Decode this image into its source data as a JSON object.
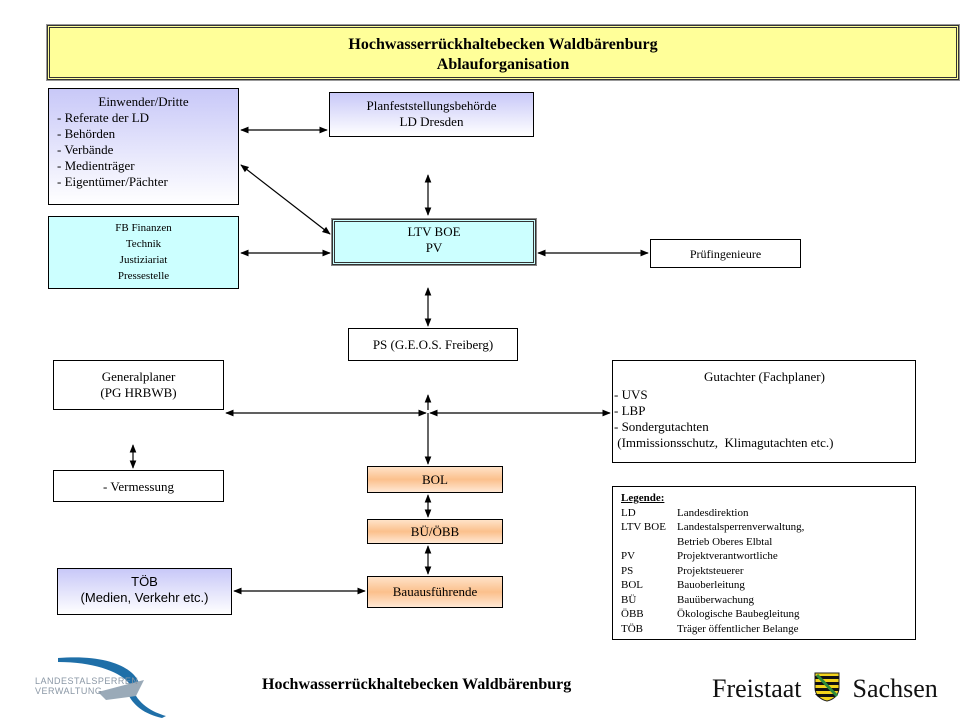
{
  "header": {
    "title_line1": "Hochwasserrückhaltebecken Waldbärenburg",
    "title_line2": "Ablauforganisation"
  },
  "boxes": {
    "einwender": {
      "title": "Einwender/Dritte",
      "items": [
        "- Referate der LD",
        "- Behörden",
        "- Verbände",
        "- Medienträger",
        "- Eigentümer/Pächter"
      ]
    },
    "planfeststellung": {
      "line1": "Planfeststellungsbehörde",
      "line2": "LD Dresden"
    },
    "fb_finanzen": {
      "lines": [
        "FB Finanzen",
        "Technik",
        "Justiziariat",
        "Pressestelle"
      ]
    },
    "ltv_boe": {
      "line1": "LTV BOE",
      "line2": "PV"
    },
    "pruefingenieure": {
      "label": "Prüfingenieure"
    },
    "ps": {
      "label": "PS (G.E.O.S. Freiberg)"
    },
    "generalplaner": {
      "line1": "Generalplaner",
      "line2": "(PG HRBWB)"
    },
    "gutachter": {
      "title": "Gutachter (Fachplaner)",
      "items": [
        "- UVS",
        "- LBP",
        "- Sondergutachten",
        " (Immissionsschutz,  Klimagutachten etc.)"
      ]
    },
    "vermessung": {
      "label": "- Vermessung"
    },
    "bol": {
      "label": "BOL"
    },
    "bue_oebb": {
      "label": "BÜ/ÖBB"
    },
    "toeb": {
      "line1": "TÖB",
      "line2": "(Medien, Verkehr etc.)"
    },
    "bauausfuehrende": {
      "label": "Bauausführende"
    }
  },
  "legend": {
    "heading": "Legende:",
    "entries": [
      {
        "abbr": "LD",
        "text": "Landesdirektion"
      },
      {
        "abbr": "LTV BOE",
        "text": "Landestalsperrenverwaltung,"
      },
      {
        "abbr": "",
        "text": "Betrieb Oberes Elbtal"
      },
      {
        "abbr": "PV",
        "text": "Projektverantwortliche"
      },
      {
        "abbr": "PS",
        "text": "Projektsteuerer"
      },
      {
        "abbr": "BOL",
        "text": "Bauoberleitung"
      },
      {
        "abbr": "BÜ",
        "text": "Bauüberwachung"
      },
      {
        "abbr": "ÖBB",
        "text": "Ökologische Baubegleitung"
      },
      {
        "abbr": "TÖB",
        "text": "Träger öffentlicher Belange"
      }
    ]
  },
  "footer": {
    "title": "Hochwasserrückhaltebecken Waldbärenburg",
    "logo_line1": "LANDESTALSPERREN",
    "logo_line2": "VERWALTUNG",
    "state_word1": "Freistaat",
    "state_word2": "Sachsen"
  },
  "colors": {
    "title_bg": "#ffff99",
    "blue_box": "#c8c8f8",
    "cyan_box": "#ccffff",
    "orange_box": "#fbc08c",
    "logo_blue": "#1f6fa8",
    "logo_gray": "#9aaab8"
  }
}
